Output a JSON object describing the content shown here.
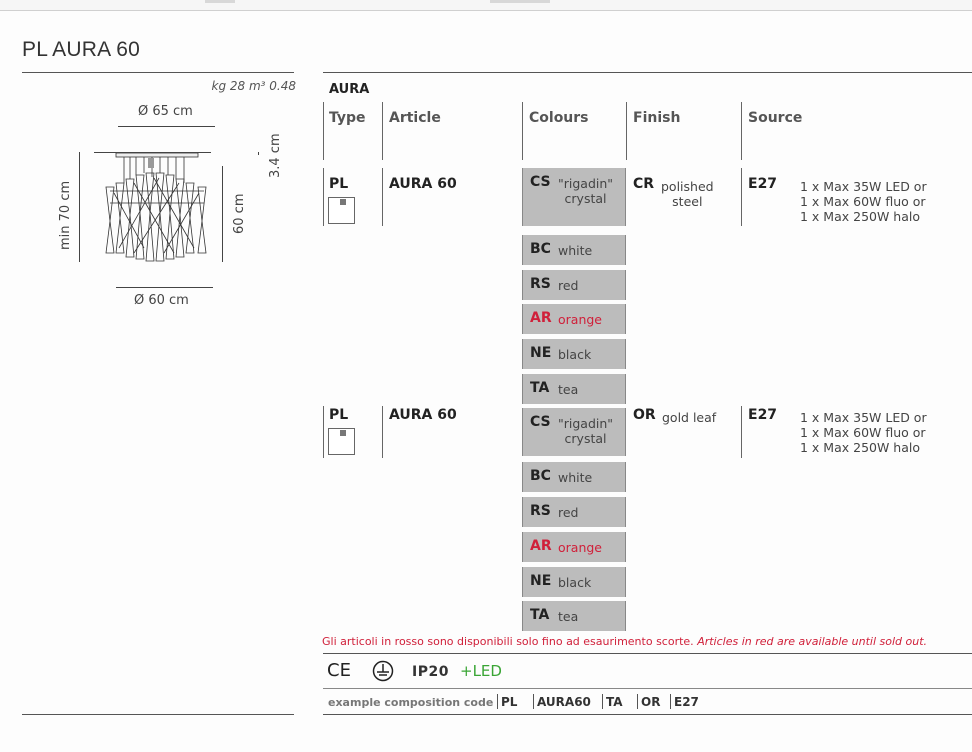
{
  "page": {
    "title": "PL AURA 60",
    "meta": "kg 28 m³ 0.48"
  },
  "drawing": {
    "top_diameter": "Ø 65 cm",
    "bottom_diameter": "Ø 60 cm",
    "min_height": "min 70 cm",
    "body_height": "60 cm",
    "canopy_height": "3.4 cm"
  },
  "table": {
    "family": "AURA",
    "headers": {
      "type": "Type",
      "article": "Article",
      "colours": "Colours",
      "finish": "Finish",
      "source": "Source"
    },
    "rows": [
      {
        "type": "PL",
        "article": "AURA 60",
        "finish_code": "CR",
        "finish_name": "polished\nsteel",
        "source_code": "E27",
        "source_desc": "1 x Max 35W LED or\n1 x Max 60W fluo or\n1 x Max 250W halo",
        "colours": [
          {
            "code": "CS",
            "name": "\"rigadin\"\ncrystal",
            "red": false
          },
          {
            "code": "BC",
            "name": "white",
            "red": false
          },
          {
            "code": "RS",
            "name": "red",
            "red": false
          },
          {
            "code": "AR",
            "name": "orange",
            "red": true
          },
          {
            "code": "NE",
            "name": "black",
            "red": false
          },
          {
            "code": "TA",
            "name": "tea",
            "red": false
          }
        ]
      },
      {
        "type": "PL",
        "article": "AURA 60",
        "finish_code": "OR",
        "finish_name": "gold leaf",
        "source_code": "E27",
        "source_desc": "1 x Max 35W LED or\n1 x Max 60W fluo or\n1 x Max 250W halo",
        "colours": [
          {
            "code": "CS",
            "name": "\"rigadin\"\ncrystal",
            "red": false
          },
          {
            "code": "BC",
            "name": "white",
            "red": false
          },
          {
            "code": "RS",
            "name": "red",
            "red": false
          },
          {
            "code": "AR",
            "name": "orange",
            "red": true
          },
          {
            "code": "NE",
            "name": "black",
            "red": false
          },
          {
            "code": "TA",
            "name": "tea",
            "red": false
          }
        ]
      }
    ]
  },
  "note": {
    "italian": "Gli articoli in rosso sono disponibili solo fino ad esaurimento scorte.",
    "english": "Articles in red are available until sold out."
  },
  "certifications": {
    "ce": "CE",
    "ground_icon": "ground-symbol",
    "ip": "IP20",
    "led": "+LED"
  },
  "composition": {
    "label": "example composition code",
    "segments": [
      "PL",
      "AURA60",
      "TA",
      "OR",
      "E27"
    ]
  },
  "colors": {
    "red_accent": "#d0203a",
    "led_green": "#3aa535",
    "swatch_grey": "#bcbcbc"
  }
}
